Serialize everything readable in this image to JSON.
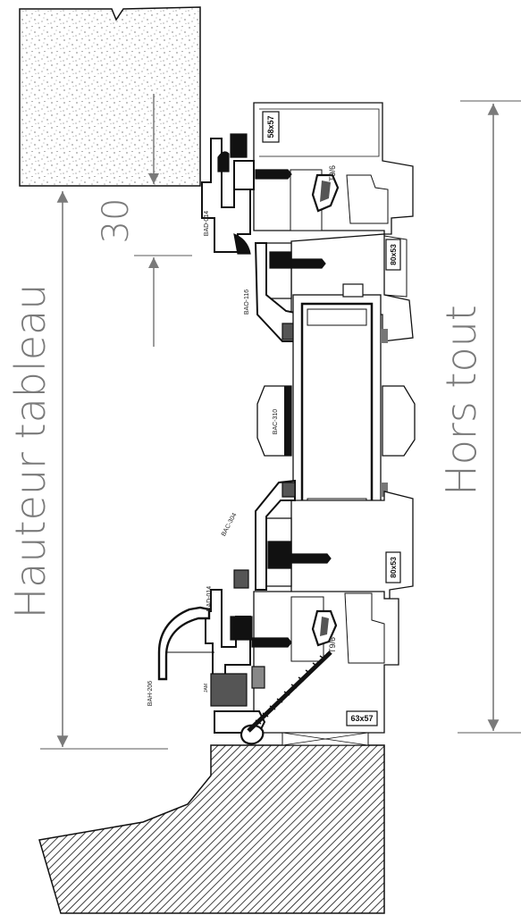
{
  "dimensions": {
    "opening_height": "Hauteur tableau",
    "overall": "Hors tout",
    "offset": "30"
  },
  "profiles": {
    "top_frame_section": "58x57",
    "upper_sash_section": "80x53",
    "lower_sash_section": "80x53",
    "bottom_frame_section": "63x57",
    "upper_adapter_code": "BAD-014",
    "lower_adapter_code": "BAD-014",
    "upper_bead_code": "BAO-116",
    "lower_bead_code": "BAC-304",
    "mullion_code": "BAC-310",
    "drip_code": "BAH-206",
    "upper_screw_ref": "T9/6",
    "lower_screw_ref": "T9/6",
    "jamb_mark": "JAM"
  },
  "colors": {
    "stroke": "#111111",
    "dimension_gray": "#7a7a7a",
    "seal_gray": "#555555"
  }
}
